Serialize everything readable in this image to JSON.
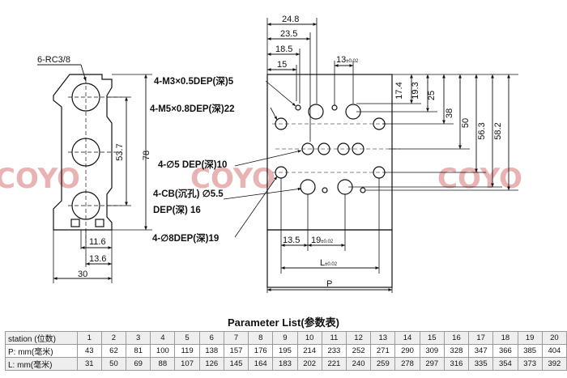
{
  "watermark": {
    "text": "COYO"
  },
  "dims": {
    "port_callout": "6-RC3/8",
    "side_78": "78",
    "side_53_7": "53.7",
    "side_11_6": "11.6",
    "side_13_6": "13.6",
    "side_30": "30",
    "top_24_8": "24.8",
    "top_23_5": "23.5",
    "top_18_5": "18.5",
    "top_15": "15",
    "top_13": "13",
    "tol": "±0.02",
    "right_17_4": "17.4",
    "right_19_3": "19.3",
    "right_25": "25",
    "right_38": "38",
    "right_50": "50",
    "right_56_3": "56.3",
    "right_58_2": "58.2",
    "bot_13_5": "13.5",
    "bot_19": "19",
    "bot_L": "L",
    "bot_P": "P"
  },
  "callouts": {
    "m3": "4-M3×0.5DEP(深)5",
    "m5": "4-M5×0.8DEP(深)22",
    "d5": "4-∅5 DEP(深)10",
    "cb1": "4-CB(沉孔) ∅5.5",
    "cb2": "DEP(深) 16",
    "d8": "4-∅8DEP(深)19"
  },
  "param_table": {
    "title": "Parameter List(参数表)",
    "rows": [
      {
        "label": "station (位数)",
        "values": [
          "1",
          "2",
          "3",
          "4",
          "5",
          "6",
          "7",
          "8",
          "9",
          "10",
          "11",
          "12",
          "13",
          "14",
          "15",
          "16",
          "17",
          "18",
          "19",
          "20"
        ]
      },
      {
        "label": "P: mm(毫米)",
        "values": [
          "43",
          "62",
          "81",
          "100",
          "119",
          "138",
          "157",
          "176",
          "195",
          "214",
          "233",
          "252",
          "271",
          "290",
          "309",
          "328",
          "347",
          "366",
          "385",
          "404"
        ]
      },
      {
        "label": "L: mm(毫米)",
        "values": [
          "31",
          "50",
          "69",
          "88",
          "107",
          "126",
          "145",
          "164",
          "183",
          "202",
          "221",
          "240",
          "259",
          "278",
          "297",
          "316",
          "335",
          "354",
          "373",
          "392"
        ]
      }
    ]
  }
}
